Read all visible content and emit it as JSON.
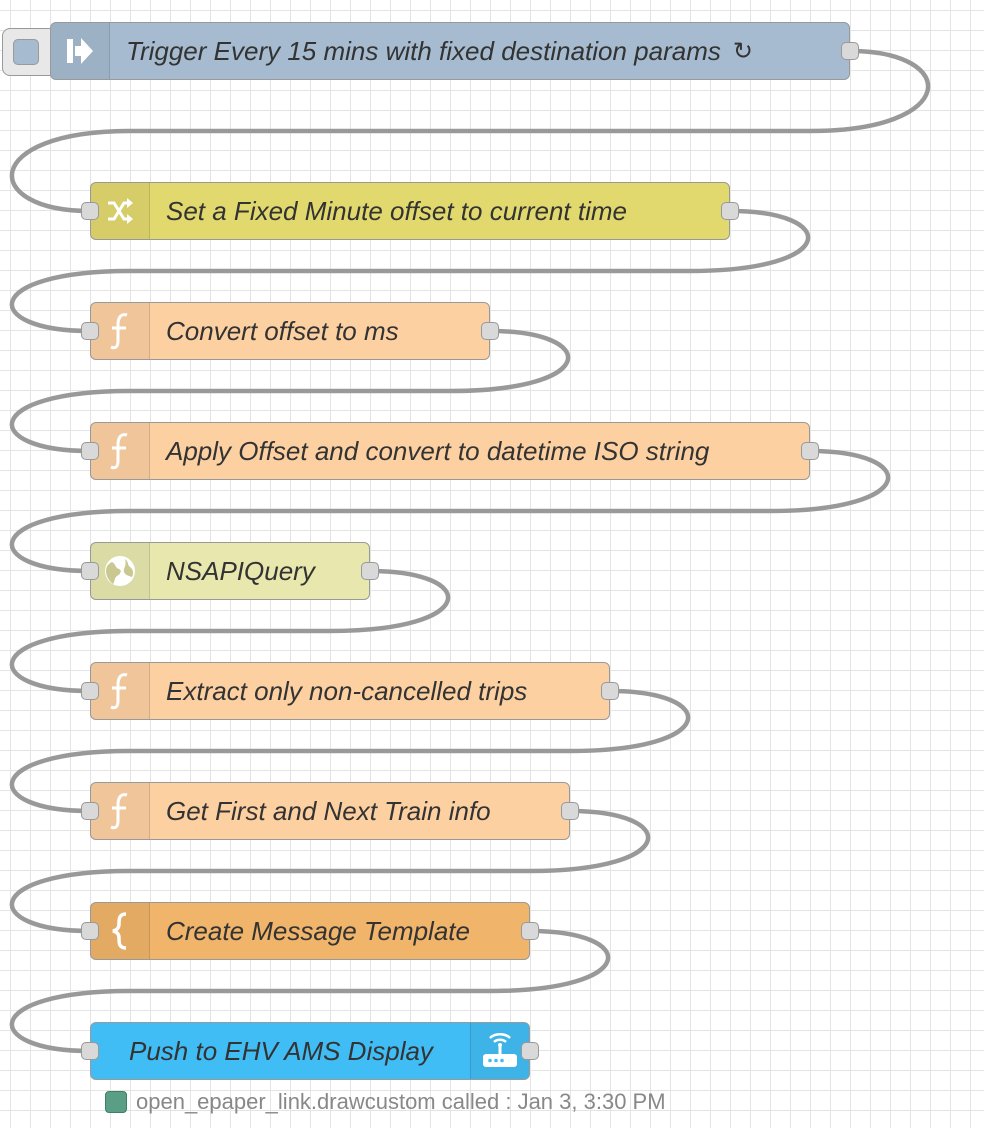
{
  "flow": {
    "nodes": [
      {
        "id": "inject",
        "label": "Trigger Every 15 mins with fixed destination params",
        "type": "inject",
        "color": "#a6bbcf",
        "icon": "inject-arrow-icon",
        "repeat_icon": "↻"
      },
      {
        "id": "change",
        "label": "Set a Fixed Minute offset to current time",
        "type": "change",
        "color": "#e2d96e",
        "icon": "shuffle-icon"
      },
      {
        "id": "fn1",
        "label": "Convert offset to ms",
        "type": "function",
        "color": "#fdd0a2",
        "icon": "function-icon"
      },
      {
        "id": "fn2",
        "label": "Apply Offset and convert to datetime ISO string",
        "type": "function",
        "color": "#fdd0a2",
        "icon": "function-icon"
      },
      {
        "id": "http",
        "label": "NSAPIQuery",
        "type": "http request",
        "color": "#e7e7ae",
        "icon": "globe-icon"
      },
      {
        "id": "fn3",
        "label": "Extract only non-cancelled trips",
        "type": "function",
        "color": "#fdd0a2",
        "icon": "function-icon"
      },
      {
        "id": "fn4",
        "label": "Get First and Next Train info",
        "type": "function",
        "color": "#fdd0a2",
        "icon": "function-icon"
      },
      {
        "id": "template",
        "label": "Create Message Template",
        "type": "template",
        "color": "#f0b46a",
        "icon": "brace-icon"
      },
      {
        "id": "ha",
        "label": "Push to EHV AMS Display",
        "type": "call service",
        "color": "#41bdf5",
        "icon": "router-icon"
      }
    ],
    "status": {
      "text": "open_epaper_link.drawcustom called : Jan 3, 3:30 PM",
      "color": "#5a9f85"
    }
  }
}
